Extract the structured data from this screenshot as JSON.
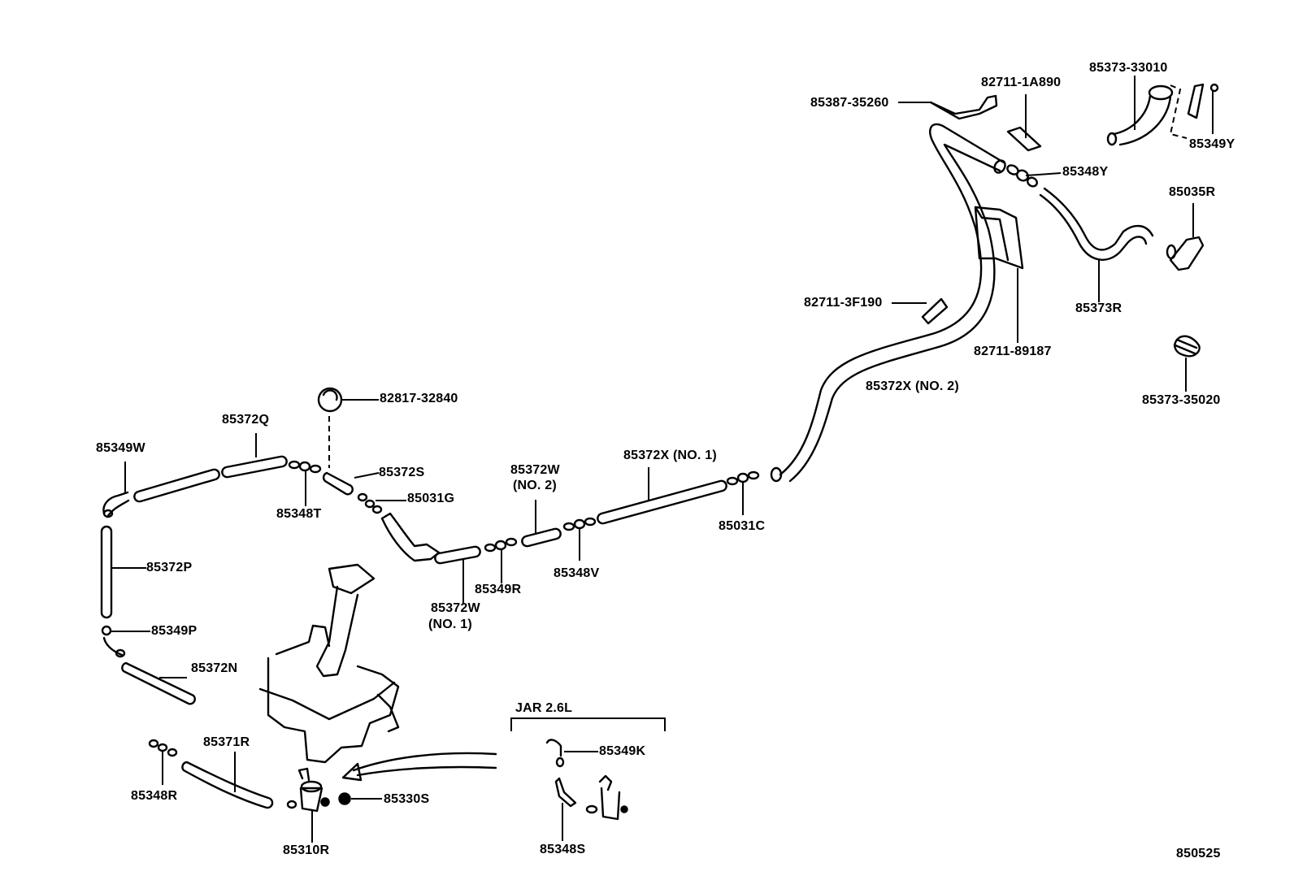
{
  "diagram": {
    "figure_id": "850525",
    "variant_label": "JAR 2.6L",
    "parts": {
      "p85373_33010": "85373-33010",
      "p82711_1A890": "82711-1A890",
      "p85387_35260": "85387-35260",
      "p85349Y": "85349Y",
      "p85348Y": "85348Y",
      "p85035R": "85035R",
      "p82711_3F190": "82711-3F190",
      "p85373R": "85373R",
      "p82711_89187": "82711-89187",
      "p85372X_no2": "85372X (NO. 2)",
      "p85373_35020": "85373-35020",
      "p82817_32840": "82817-32840",
      "p85372Q": "85372Q",
      "p85349W": "85349W",
      "p85372S": "85372S",
      "p85031G": "85031G",
      "p85348T": "85348T",
      "p85372W_no2_a": "85372W",
      "p85372W_no2_b": "(NO. 2)",
      "p85372X_no1": "85372X (NO. 1)",
      "p85031C": "85031C",
      "p85348V": "85348V",
      "p85349R": "85349R",
      "p85372W_no1_a": "85372W",
      "p85372W_no1_b": "(NO. 1)",
      "p85372P": "85372P",
      "p85349P": "85349P",
      "p85372N": "85372N",
      "p85371R": "85371R",
      "p85348R": "85348R",
      "p85330S": "85330S",
      "p85310R": "85310R",
      "p85349K": "85349K",
      "p85348S": "85348S"
    }
  }
}
